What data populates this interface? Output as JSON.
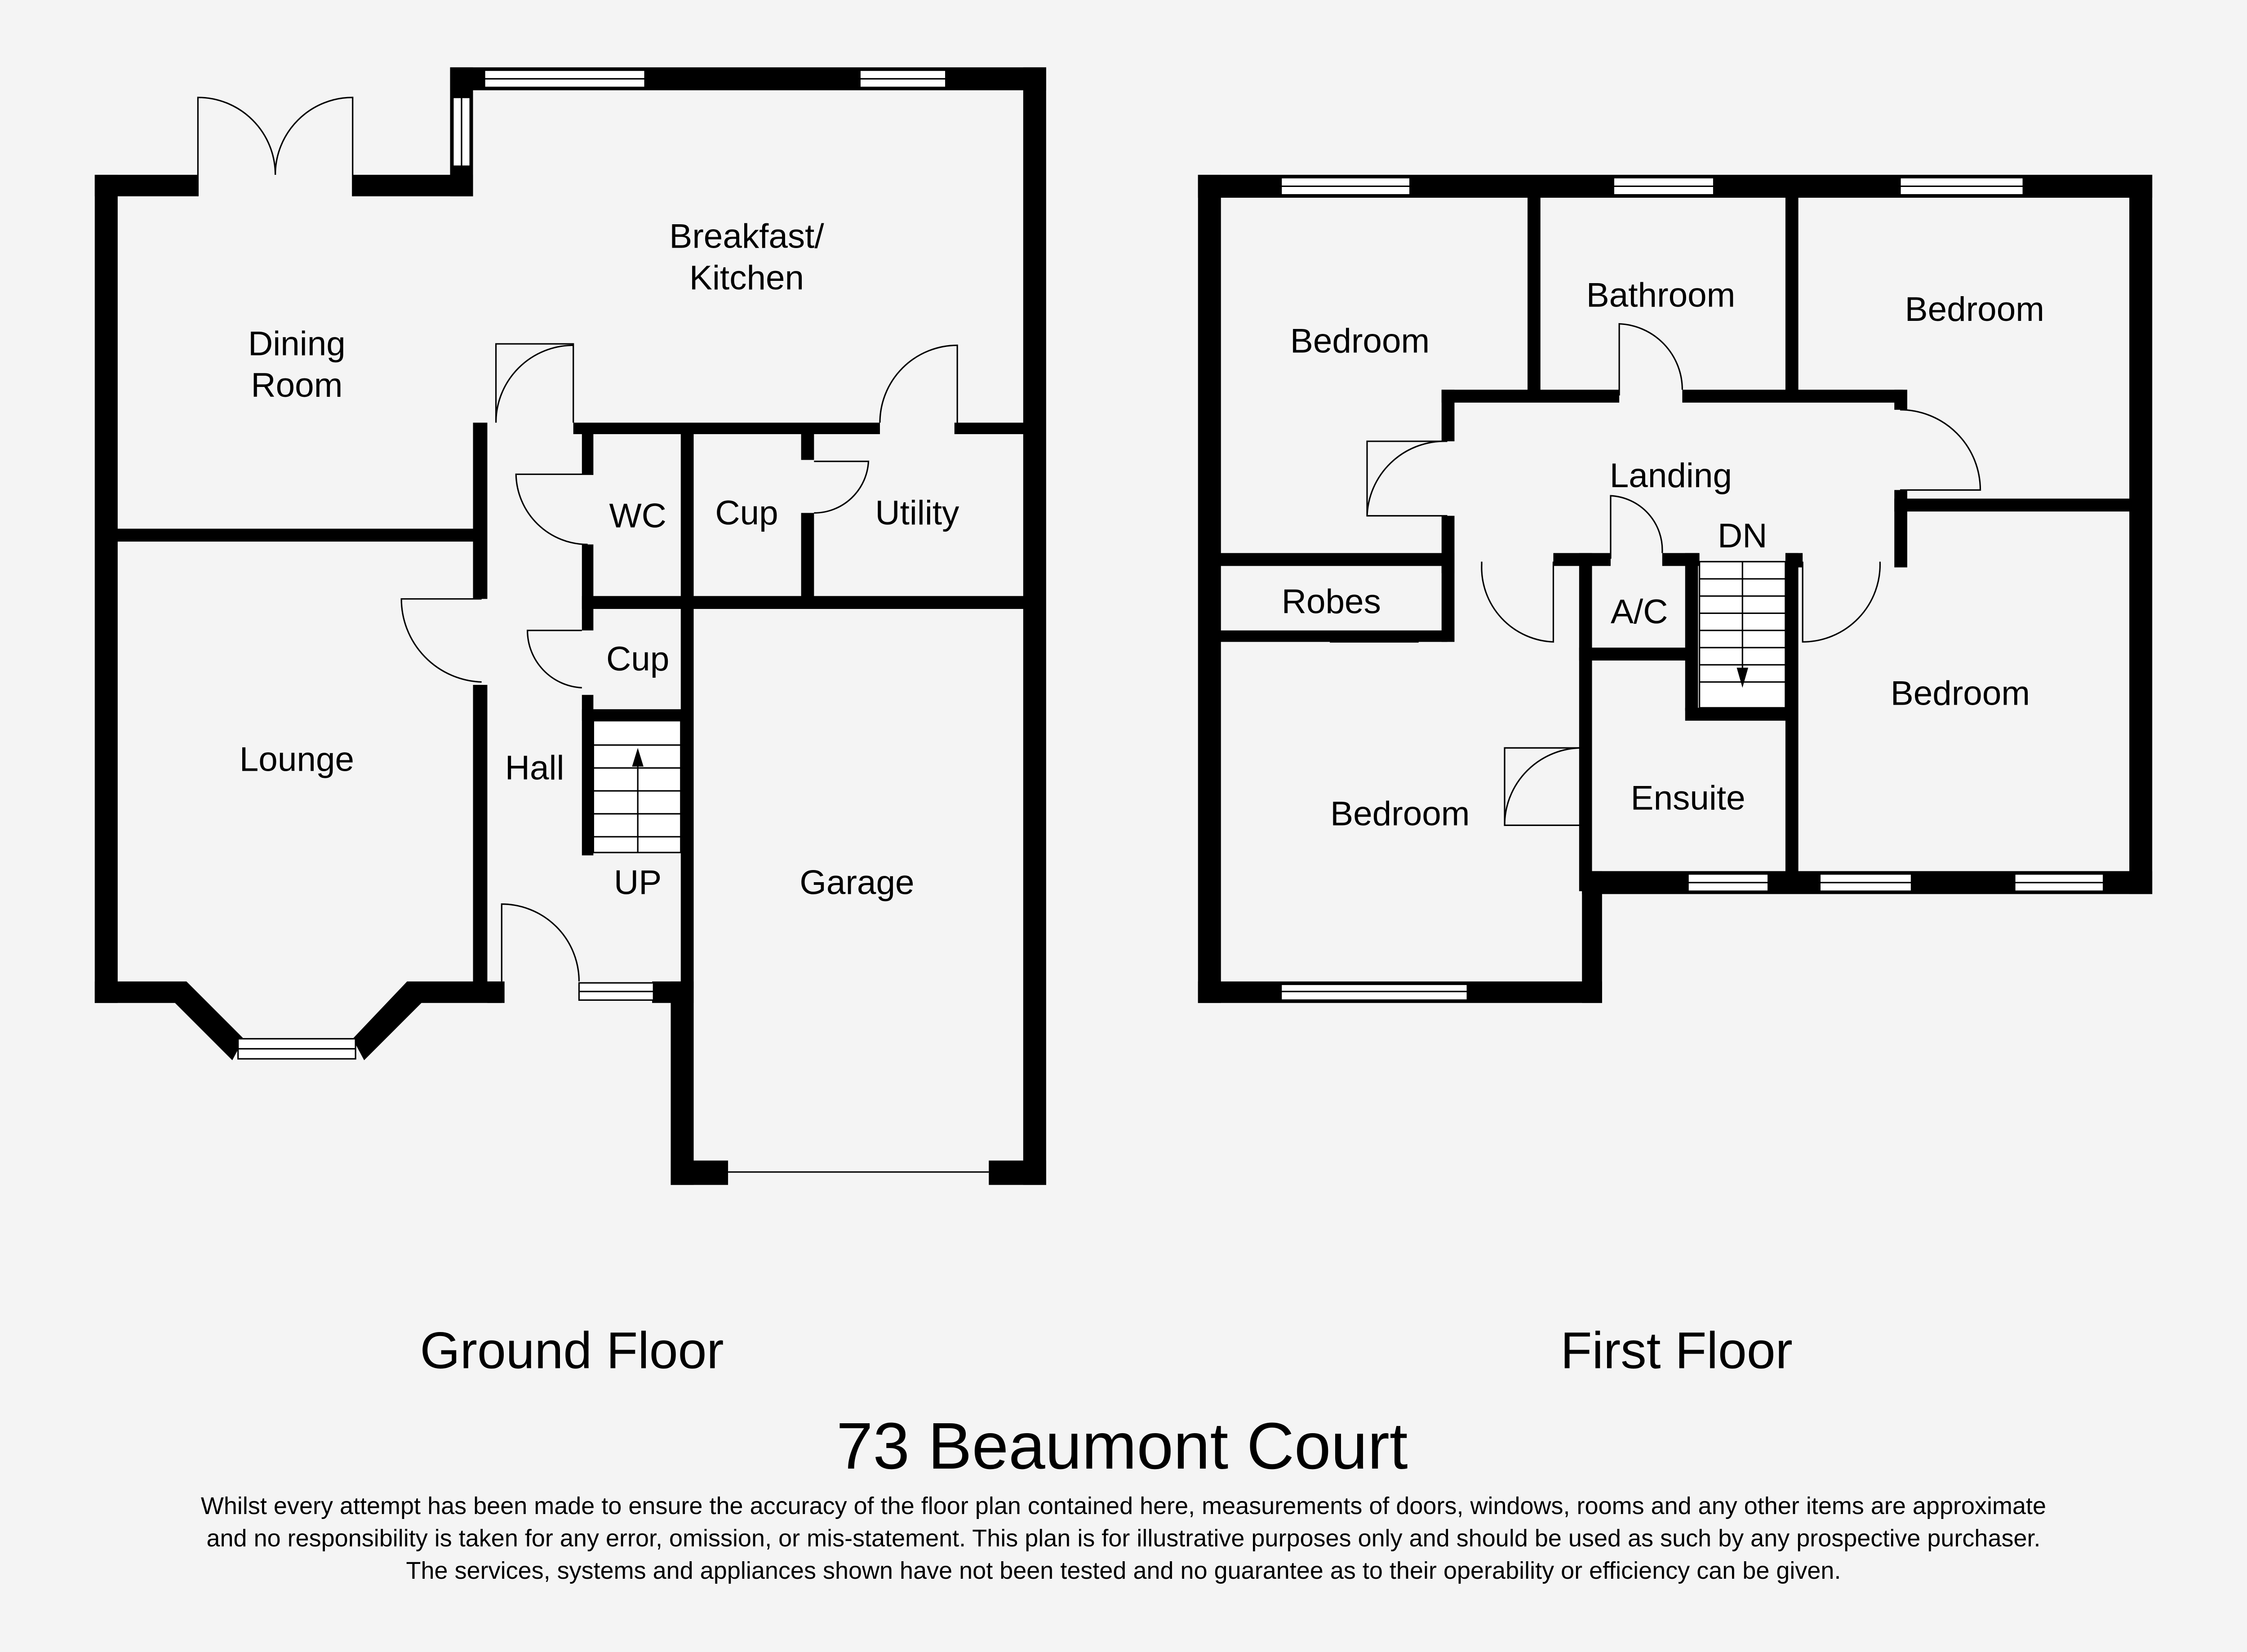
{
  "title": "73 Beaumont Court",
  "floors": {
    "ground": {
      "name": "Ground Floor",
      "rooms": {
        "breakfast_kitchen_1": "Breakfast/",
        "breakfast_kitchen_2": "Kitchen",
        "dining_1": "Dining",
        "dining_2": "Room",
        "wc": "WC",
        "cup_a": "Cup",
        "utility": "Utility",
        "cup_b": "Cup",
        "lounge": "Lounge",
        "hall": "Hall",
        "up": "UP",
        "garage": "Garage"
      }
    },
    "first": {
      "name": "First Floor",
      "rooms": {
        "bedroom_1": "Bedroom",
        "bathroom": "Bathroom",
        "bedroom_2": "Bedroom",
        "landing": "Landing",
        "dn": "DN",
        "robes": "Robes",
        "ac": "A/C",
        "bedroom_3": "Bedroom",
        "ensuite": "Ensuite",
        "bedroom_4": "Bedroom"
      }
    }
  },
  "disclaimer": [
    "Whilst every attempt has been made to ensure the accuracy of the floor plan contained here, measurements of doors, windows, rooms and any other items are approximate",
    "and no responsibility is taken for any error, omission, or mis-statement. This plan is for illustrative purposes only and should be used as such by any prospective purchaser.",
    "The services, systems and appliances shown have not been tested and no guarantee as to their operability or efficiency can be given."
  ]
}
